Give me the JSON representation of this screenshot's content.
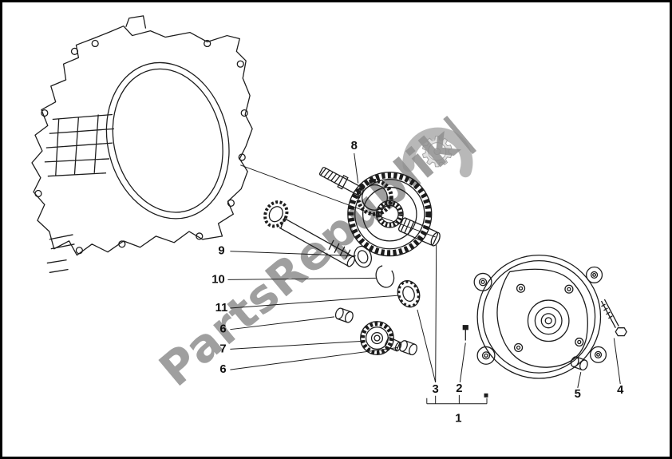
{
  "page": {
    "background_color": "#ffffff",
    "line_color": "#1c1c1c",
    "border_color": "#000000"
  },
  "watermark": {
    "text": "PartsRepublik|",
    "color": "#8f8f8f",
    "icon": "gear-icon",
    "icon_glyph": "⚙"
  },
  "callouts": [
    {
      "id": "8",
      "text": "8"
    },
    {
      "id": "9",
      "text": "9"
    },
    {
      "id": "10",
      "text": "10"
    },
    {
      "id": "11",
      "text": "11"
    },
    {
      "id": "6a",
      "text": "6"
    },
    {
      "id": "7",
      "text": "7"
    },
    {
      "id": "6b",
      "text": "6"
    },
    {
      "id": "3",
      "text": "3"
    },
    {
      "id": "2",
      "text": "2"
    },
    {
      "id": "5",
      "text": "5"
    },
    {
      "id": "4",
      "text": "4"
    },
    {
      "id": "1",
      "text": "1"
    }
  ]
}
